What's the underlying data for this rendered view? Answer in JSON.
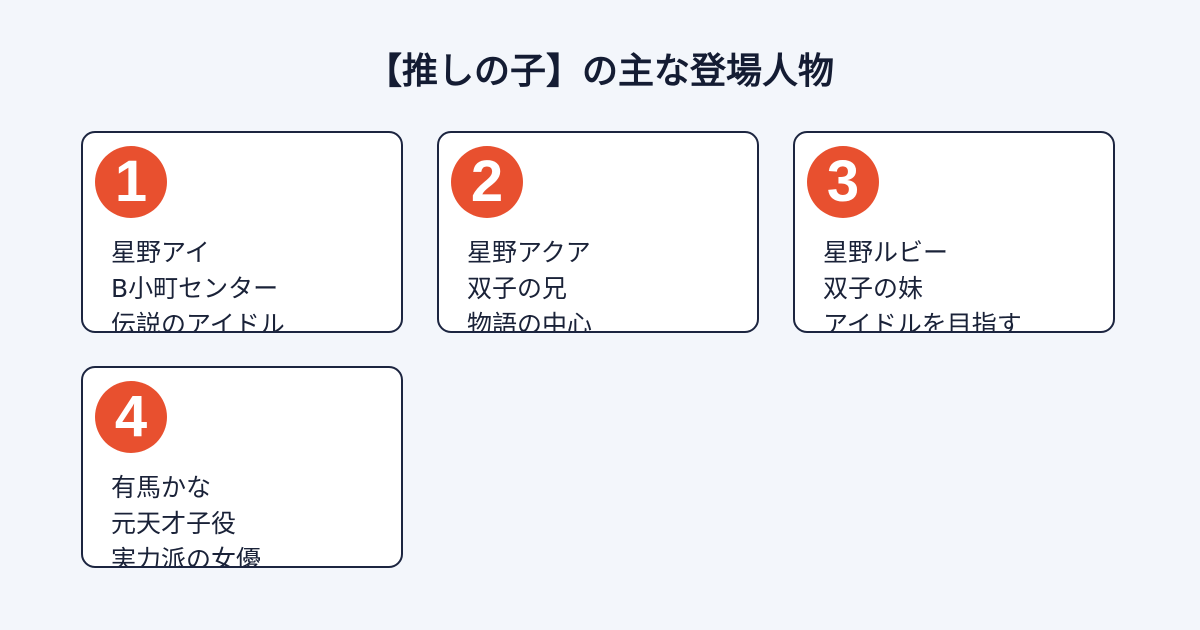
{
  "page": {
    "title": "【推しの子】の主な登場人物"
  },
  "cards": [
    {
      "number": "1",
      "lines": [
        "星野アイ",
        "B小町センター",
        "伝説のアイドル"
      ]
    },
    {
      "number": "2",
      "lines": [
        "星野アクア",
        "双子の兄",
        "物語の中心"
      ]
    },
    {
      "number": "3",
      "lines": [
        "星野ルビー",
        "双子の妹",
        "アイドルを目指す"
      ]
    },
    {
      "number": "4",
      "lines": [
        "有馬かな",
        "元天才子役",
        "実力派の女優"
      ]
    }
  ],
  "colors": {
    "background": "#f3f6fb",
    "card_border": "#1c2540",
    "badge": "#e8502f",
    "text": "#1a2238"
  }
}
